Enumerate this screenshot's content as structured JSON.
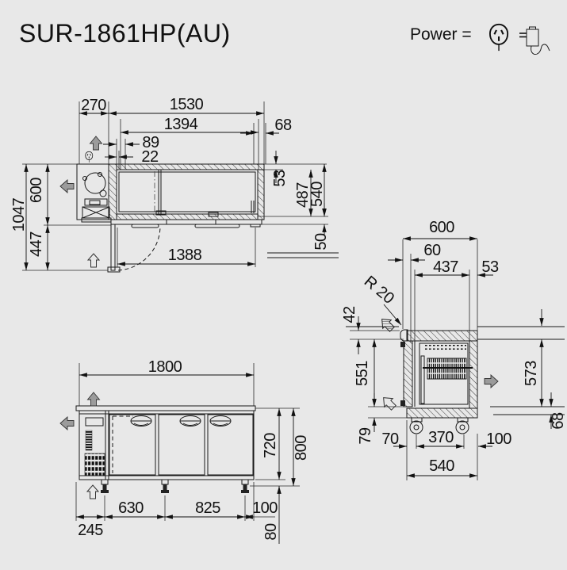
{
  "title": "SUR-1861HP(AU)",
  "power": {
    "label": "Power ="
  },
  "top_view": {
    "dims": {
      "machine_section": "270",
      "body_width": "1530",
      "inner_width": "1394",
      "right_inset": "68",
      "offset_a": "89",
      "offset_b": "22",
      "door_opening": "1388",
      "rear_wall": "53",
      "inner_depth": "487",
      "body_depth": "540",
      "door_panel": "50",
      "depth_door_open": "1047",
      "body_depth_total": "600",
      "door_swing": "447"
    }
  },
  "side_view": {
    "dims": {
      "overall_depth": "600",
      "front_nose": "60",
      "inner_depth": "437",
      "rear_wall": "53",
      "corner_radius": "R 20",
      "counter_thickness": "42",
      "door_height": "551",
      "base_height": "79",
      "side_height": "573",
      "base_inset": "68",
      "caster_offset_front": "70",
      "caster_pitch": "370",
      "caster_offset_rear": "100",
      "caster_span": "540"
    }
  },
  "front_view": {
    "dims": {
      "overall_width": "1800",
      "body_height": "720",
      "overall_height": "800",
      "leg_inset_left": "245",
      "leg_pitch_left": "630",
      "leg_pitch_right": "825",
      "leg_inset_right": "100",
      "leg_height": "80"
    }
  }
}
